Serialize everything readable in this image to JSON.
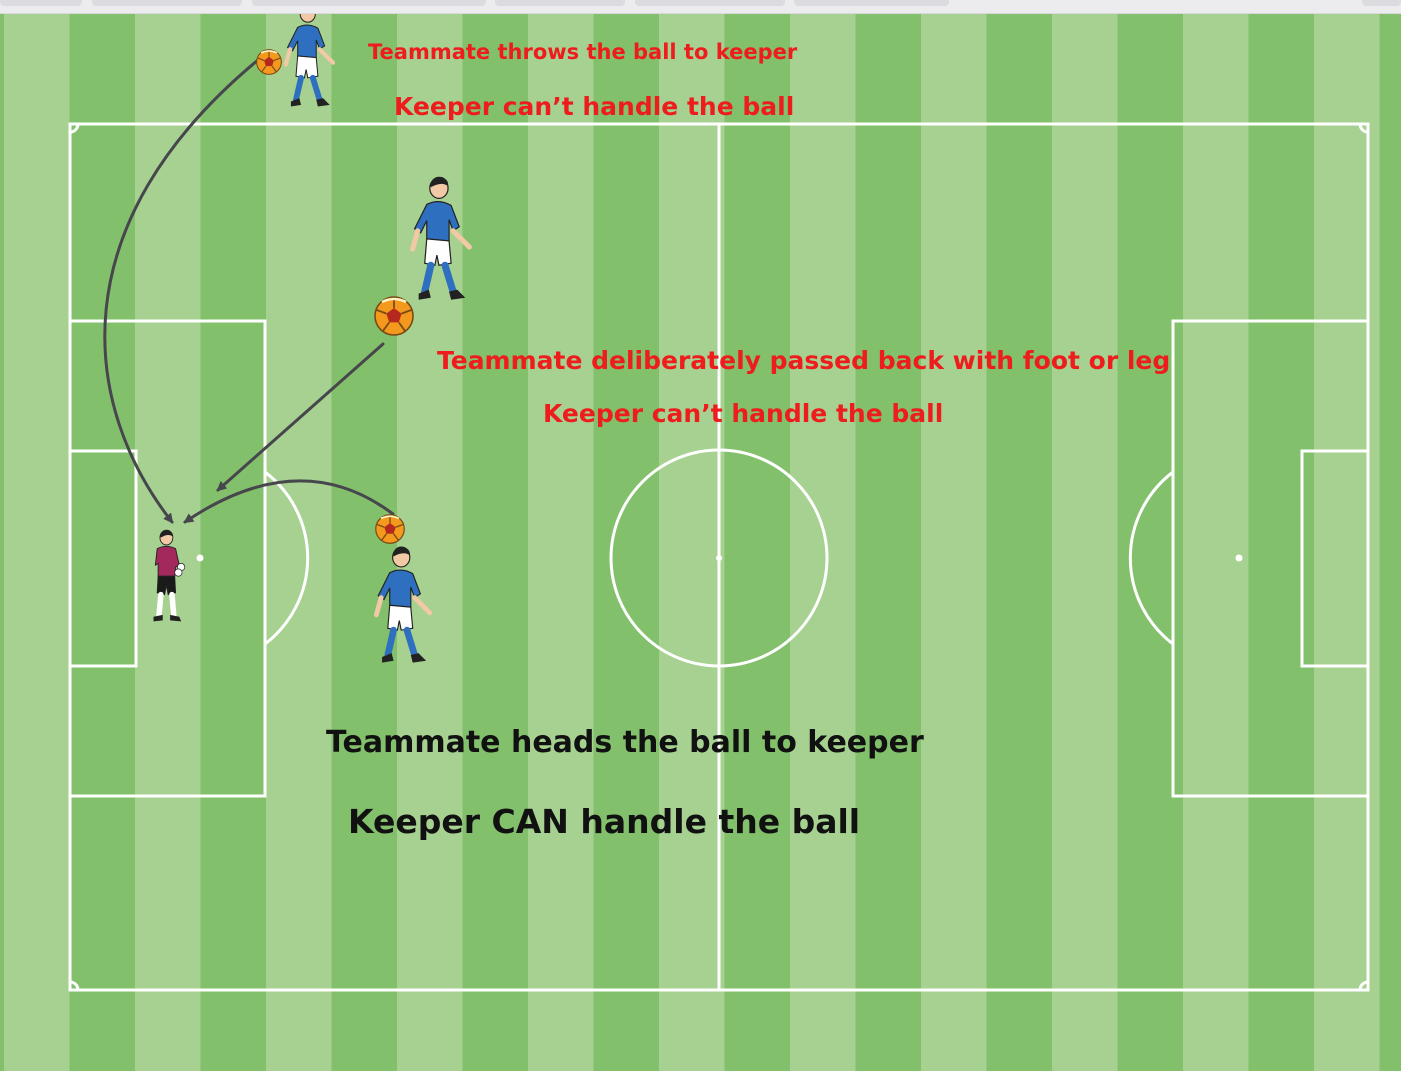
{
  "colors": {
    "stripe_light": "#a6d191",
    "stripe_dark": "#82c06c",
    "lines": "#ffffff",
    "rule_forbidden": "#ee1c1c",
    "rule_allowed": "#111111",
    "arrow": "#46464c",
    "outfield_kit": "#2f6fbf",
    "keeper_kit": "#a3295d"
  },
  "icons": {
    "outfield_player": "player-figure-icon",
    "goalkeeper": "goalkeeper-figure-icon",
    "ball": "soccer-ball-icon"
  },
  "scenarios": [
    {
      "action": "Teammate throws the ball to keeper",
      "verdict": "Keeper can’t handle the ball"
    },
    {
      "action": "Teammate deliberately passed back with foot or leg",
      "verdict": "Keeper can’t handle the ball"
    },
    {
      "action": "Teammate heads the ball to keeper",
      "verdict": "Keeper CAN handle the ball"
    }
  ]
}
